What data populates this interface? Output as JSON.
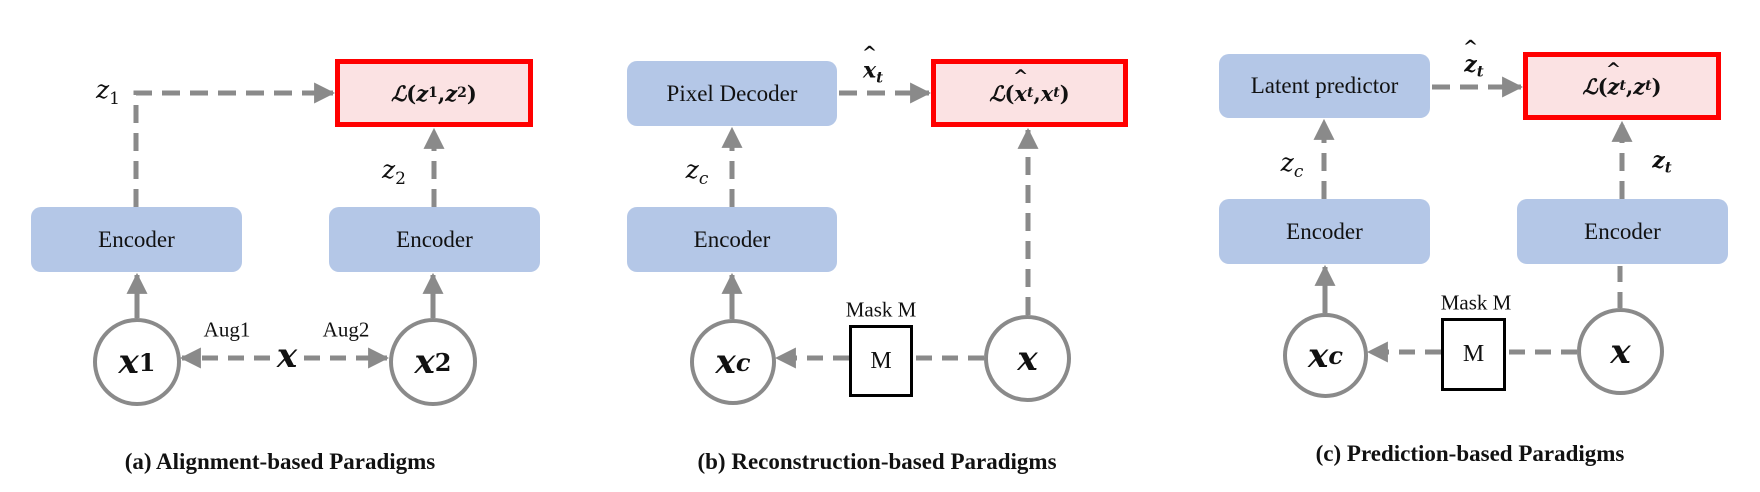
{
  "colors": {
    "encoder_fill": "#B4C7E7",
    "loss_fill": "#FBE2E3",
    "loss_border": "#FF0000",
    "arrow": "#8A8A8A",
    "mask_border": "#000000"
  },
  "panel_a": {
    "caption": "(a) Alignment-based Paradigms",
    "loss": {
      "symbol": "ℒ",
      "open": "(",
      "arg1": "z",
      "arg1_sub": "1",
      "sep": ", ",
      "arg2": "z",
      "arg2_sub": "2",
      "close": ")"
    },
    "encoder_left": "Encoder",
    "encoder_right": "Encoder",
    "z1": {
      "base": "z",
      "sub": "1"
    },
    "z2": {
      "base": "z",
      "sub": "2"
    },
    "x1": {
      "base": "x",
      "sub": "1"
    },
    "x2": {
      "base": "x",
      "sub": "2"
    },
    "x": "x",
    "aug1": "Aug1",
    "aug2": "Aug2"
  },
  "panel_b": {
    "caption": "(b) Reconstruction-based Paradigms",
    "loss": {
      "symbol": "ℒ",
      "open": "(",
      "arg1": "x",
      "arg1_sub": "t",
      "sep": ", ",
      "arg2": "x",
      "arg2_sub": "t",
      "close": ")"
    },
    "decoder": "Pixel Decoder",
    "encoder": "Encoder",
    "xhat_t": {
      "base": "x",
      "sub": "t"
    },
    "z_c": {
      "base": "z",
      "sub": "c"
    },
    "x_c": {
      "base": "x",
      "sub": "c"
    },
    "mask_label": "Mask M",
    "mask_symbol": "M",
    "x": "x"
  },
  "panel_c": {
    "caption": "(c) Prediction-based Paradigms",
    "loss": {
      "symbol": "ℒ",
      "open": "(",
      "arg1": "z",
      "arg1_sub": "t",
      "sep": ", ",
      "arg2": "z",
      "arg2_sub": "t",
      "close": ")"
    },
    "predictor": "Latent predictor",
    "encoder_left": "Encoder",
    "encoder_right": "Encoder",
    "zhat_t": {
      "base": "z",
      "sub": "t"
    },
    "z_c": {
      "base": "z",
      "sub": "c"
    },
    "z_t": {
      "base": "z",
      "sub": "t"
    },
    "x_c": {
      "base": "x",
      "sub": "c"
    },
    "mask_label": "Mask M",
    "mask_symbol": "M",
    "x": "x"
  }
}
